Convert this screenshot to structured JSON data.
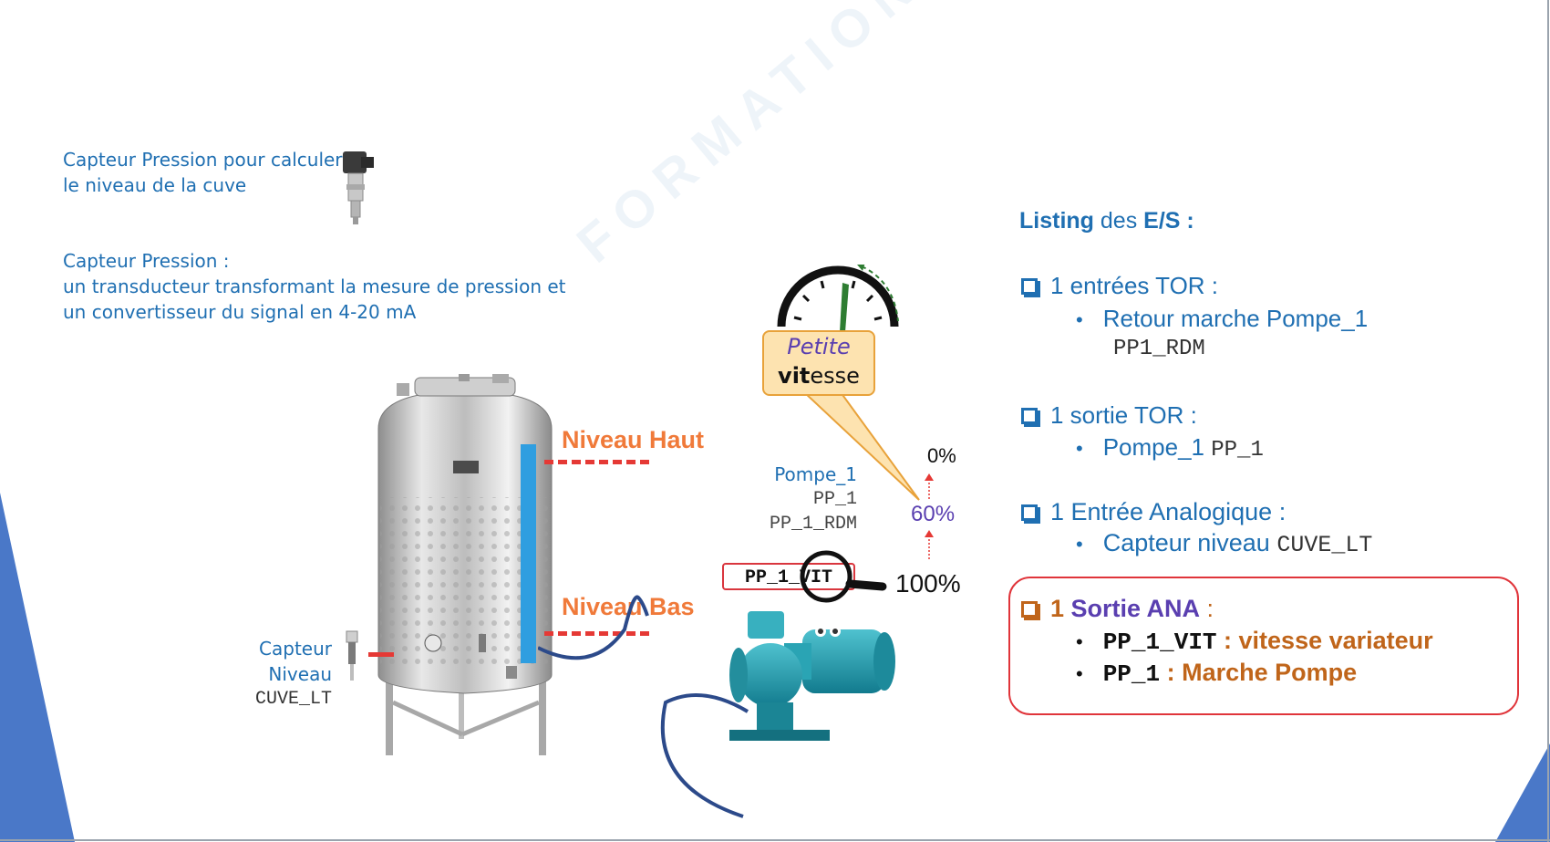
{
  "captions": {
    "sensor_title_line1": "Capteur Pression pour calculer",
    "sensor_title_line2": "le niveau de la cuve",
    "sensor_desc_line1": "Capteur Pression :",
    "sensor_desc_line2": "un transducteur transformant la mesure de pression et",
    "sensor_desc_line3": "un convertisseur du signal en 4-20 mA",
    "level_sensor_name": "Capteur Niveau",
    "level_sensor_tag": "CUVE_LT"
  },
  "tank_labels": {
    "high": "Niveau Haut",
    "low": "Niveau Bas"
  },
  "pump": {
    "name": "Pompe_1",
    "tag_output": "PP_1",
    "tag_feedback": "PP_1_RDM",
    "tag_speed": "PP_1_VIT"
  },
  "speed_callout": {
    "line1": "Petite",
    "line2_bold": "vit",
    "line2_rest": "esse"
  },
  "scale": {
    "top": "0%",
    "middle": "60%",
    "bottom": "100%"
  },
  "watermark": "FORMATION OUEST",
  "listing": {
    "title_a": "Listing",
    "title_b": " des ",
    "title_c": "E/S :",
    "groups": [
      {
        "title": "1 entrées  TOR :",
        "items": [
          {
            "text": "Retour marche Pompe_1",
            "tag": "PP1_RDM"
          }
        ]
      },
      {
        "title": "1 sortie TOR :",
        "items": [
          {
            "text": "Pompe_1 ",
            "tag": "PP_1"
          }
        ]
      },
      {
        "title": "1 Entrée Analogique :",
        "items": [
          {
            "text": "Capteur niveau ",
            "tag": "CUVE_LT"
          }
        ]
      }
    ],
    "ana_out": {
      "title_num": "1 ",
      "title_main": "Sortie ANA",
      "title_colon": " :",
      "item1_tag": "PP_1_VIT",
      "item1_text": " : vitesse variateur",
      "item2_tag": "PP_1",
      "item2_text": " : Marche Pompe"
    }
  },
  "colors": {
    "accent_blue": "#1f6fb2",
    "orange": "#c0651a",
    "red_dash": "#e53935",
    "callout_fill": "#fde3b0",
    "purple": "#5a3fb0"
  }
}
